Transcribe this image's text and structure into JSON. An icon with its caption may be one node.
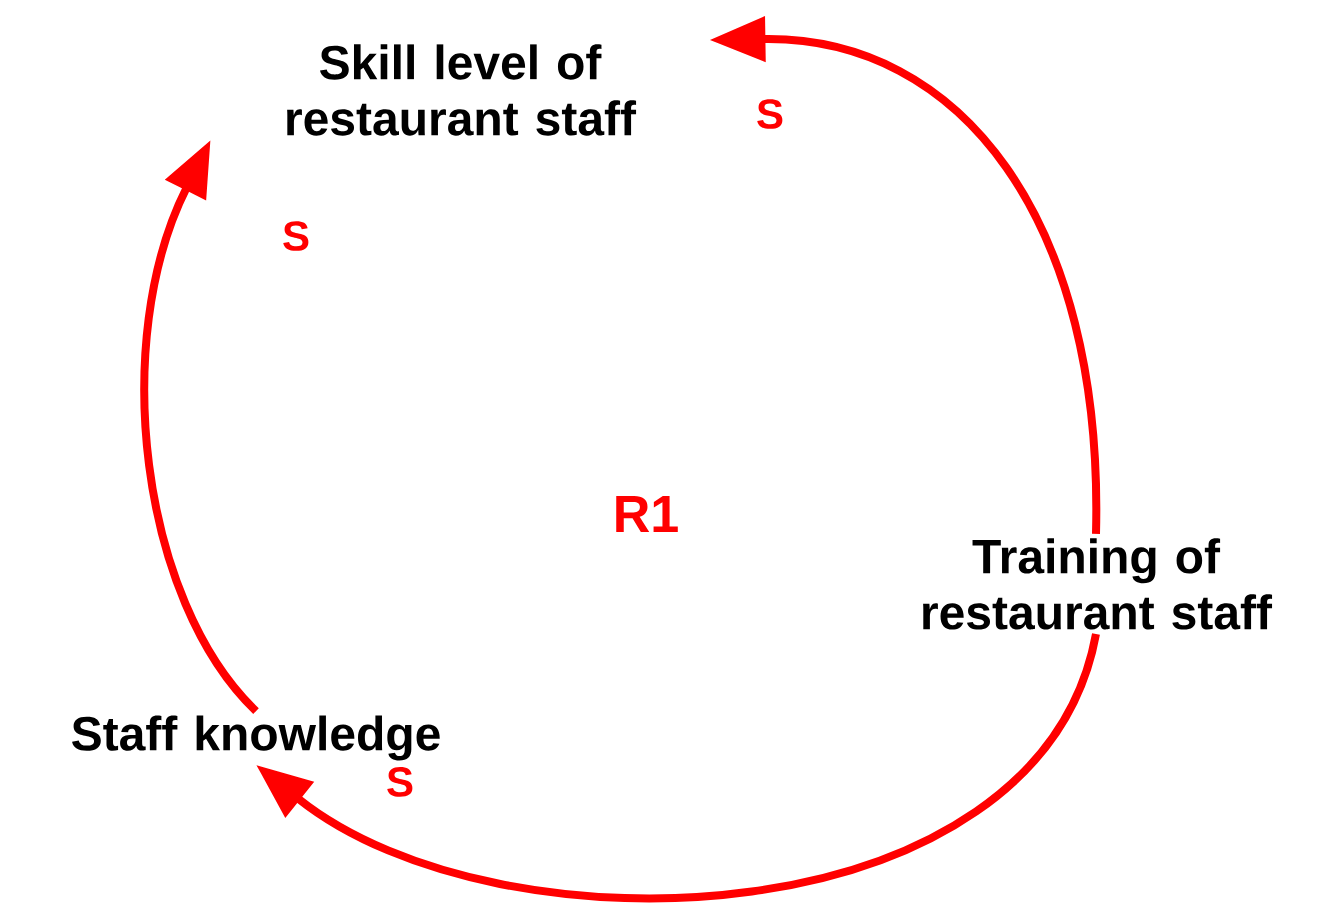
{
  "diagram": {
    "nodes": [
      {
        "text": [
          "Skill level of restaurant staff"
        ]
      },
      {
        "text": [
          "Training of restaurant staff"
        ]
      },
      {
        "text": [
          "Staff knowledge"
        ]
      }
    ],
    "edges": [
      {
        "from": 1,
        "to": 0,
        "arrow": "to",
        "label": "S",
        "color": "#ff0000"
      },
      {
        "from": 2,
        "to": 0,
        "arrow": "to",
        "label": "S",
        "color": "#ff0000"
      },
      {
        "from": 1,
        "to": 2,
        "arrow": "to",
        "label": "S",
        "color": "#ff0000"
      }
    ],
    "labels": [
      "R1"
    ]
  }
}
